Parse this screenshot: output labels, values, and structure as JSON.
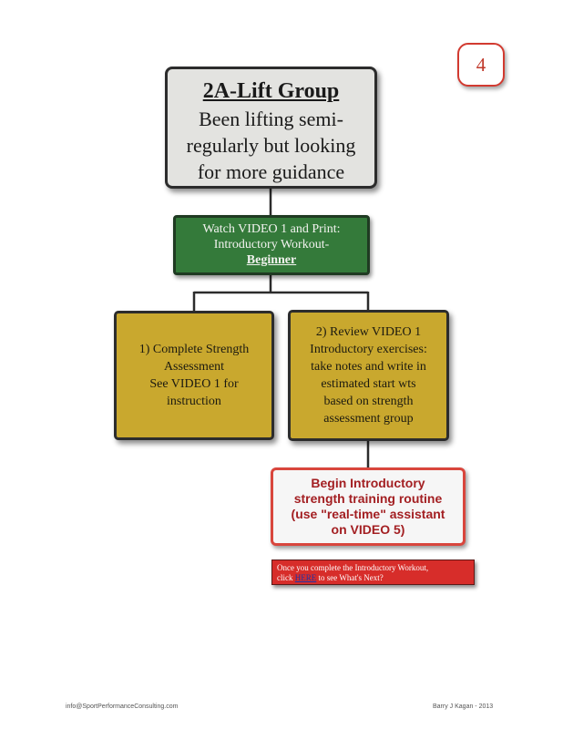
{
  "page_number": "4",
  "group_box": {
    "title": "2A-Lift Group",
    "lines": [
      "Been lifting semi-",
      "regularly but looking",
      "for more guidance"
    ]
  },
  "video_box": {
    "lines": [
      "Watch VIDEO 1 and Print:",
      "Introductory Workout-"
    ],
    "underlined": "Beginner"
  },
  "step1": {
    "lines": [
      "1) Complete Strength",
      "Assessment",
      "See VIDEO 1 for",
      "instruction"
    ]
  },
  "step2": {
    "lines": [
      "2) Review VIDEO 1",
      "Introductory exercises:",
      "take notes and write in",
      "estimated start wts",
      "based on strength",
      "assessment group"
    ]
  },
  "begin_box": {
    "lines": [
      "Begin Introductory",
      "strength training routine",
      "(use \"real-time\" assistant",
      "on VIDEO 5)"
    ]
  },
  "next_box": {
    "line1": "Once you complete the Introductory Workout,",
    "prefix": "click ",
    "link": "HERE",
    "suffix": " to see What's Next?"
  },
  "footer": {
    "left": "info@SportPerformanceConsulting.com",
    "right": "Barry J Kagan - 2013"
  },
  "colors": {
    "green_box": "#347a3a",
    "gold_box": "#c9a82e",
    "red_accent": "#d72d2a",
    "gray_box": "#e3e3e0"
  }
}
